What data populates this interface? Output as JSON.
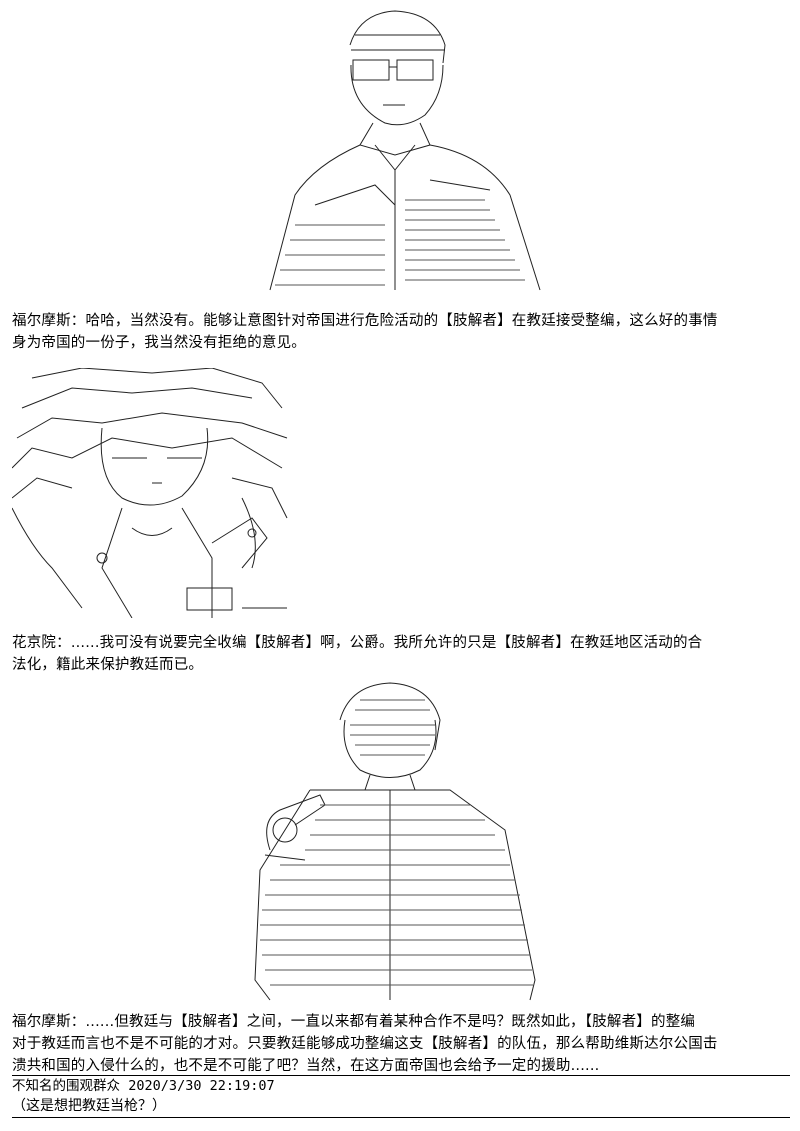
{
  "panels": [
    {
      "speaker": "福尔摩斯：",
      "lines": [
        "哈哈，当然没有。能够让意图针对帝国进行危险活动的【肢解者】在教廷接受整编，这么好的事情",
        "身为帝国的一份子，我当然没有拒绝的意见。"
      ]
    },
    {
      "speaker": "花京院：",
      "lines": [
        "......我可没有说要完全收编【肢解者】啊，公爵。我所允许的只是【肢解者】在教廷地区活动的合",
        "法化，籍此来保护教廷而已。"
      ]
    },
    {
      "speaker": "福尔摩斯：",
      "lines": [
        "......但教廷与【肢解者】之间，一直以来都有着某种合作不是吗？既然如此，【肢解者】的整编",
        "对于教廷而言也不是不可能的才对。只要教廷能够成功整编这支【肢解者】的队伍，那么帮助维斯达尔公国击",
        "溃共和国的入侵什么的，也不是不可能了吧？当然，在这方面帝国也会给予一定的援助......"
      ]
    }
  ],
  "comment": {
    "author": "不知名的围观群众",
    "datetime": "2020/3/30 22:19:07",
    "text": "（这是想把教廷当枪？）"
  }
}
